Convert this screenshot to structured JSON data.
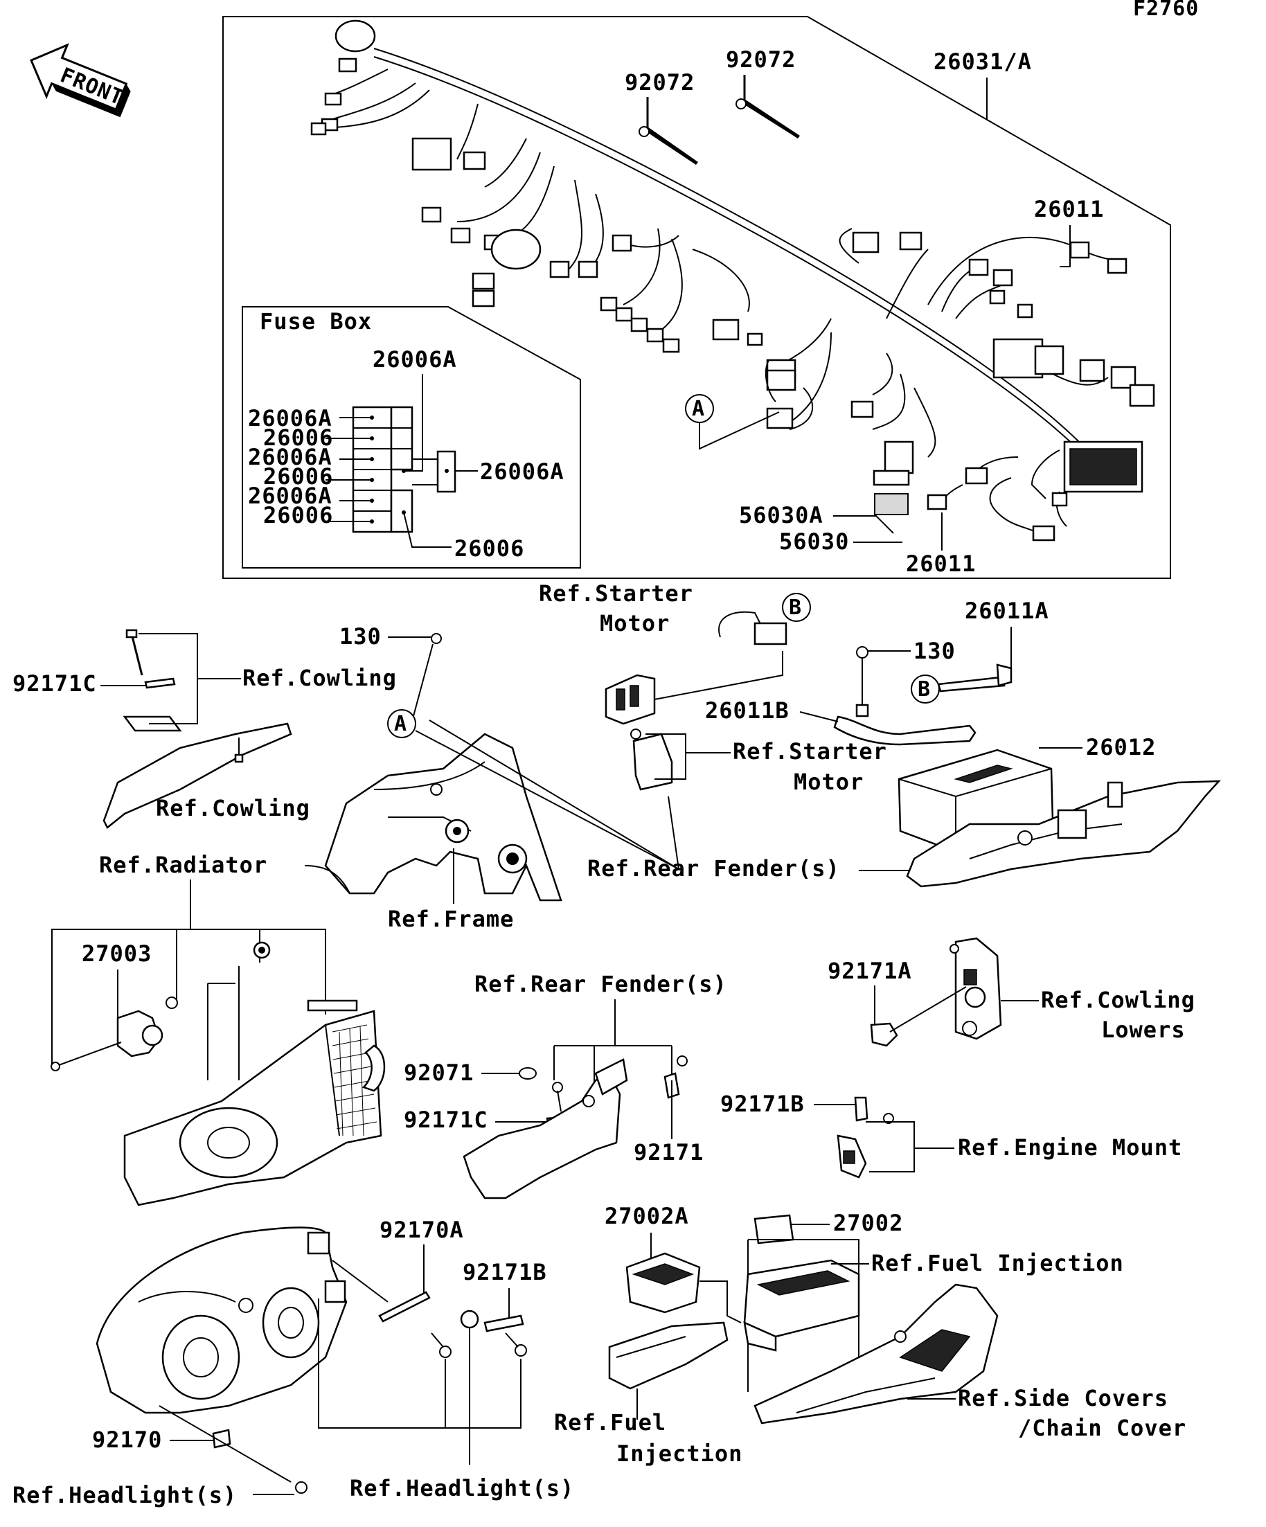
{
  "diagram_code": "F2760",
  "front_arrow": "FRONT",
  "fuse_box": {
    "title": "Fuse Box",
    "labels": [
      "26006A",
      "26006A",
      "26006",
      "26006A",
      "26006",
      "26006A",
      "26006",
      "26006A",
      "26006"
    ]
  },
  "callouts": [
    "A",
    "B",
    "A",
    "B"
  ],
  "parts": {
    "harness": "26031/A",
    "tie1": "92072",
    "tie2": "92072",
    "conn_top": "26011",
    "conn_bottom": "26011",
    "relay_a": "56030A",
    "relay": "56030",
    "bolt1": "130",
    "bolt2": "130",
    "cable_plus": "26011A",
    "cable_minus": "26011B",
    "battery": "26012",
    "clamp_cowl": "92171C",
    "horn": "27003",
    "clip_rear": "92071",
    "clamp_rear_c": "92171C",
    "clamp_rear": "92171",
    "clamp_lower_a": "92171A",
    "clamp_engine_b": "92171B",
    "clamp_head": "92170A",
    "clamp_head_b": "92171B",
    "clamp_head_0": "92170",
    "ecu_a": "27002A",
    "ecu": "27002"
  },
  "refs": {
    "cowling1": "Ref.Cowling",
    "cowling2": "Ref.Cowling",
    "radiator": "Ref.Radiator",
    "frame": "Ref.Frame",
    "starter1_l1": "Ref.Starter",
    "starter1_l2": "Motor",
    "starter2_l1": "Ref.Starter",
    "starter2_l2": "Motor",
    "rear_fender1": "Ref.Rear Fender(s)",
    "rear_fender2": "Ref.Rear Fender(s)",
    "cowling_lowers_l1": "Ref.Cowling",
    "cowling_lowers_l2": "Lowers",
    "engine_mount": "Ref.Engine Mount",
    "fuel_inj1": "Ref.Fuel Injection",
    "fuel_inj2_l1": "Ref.Fuel",
    "fuel_inj2_l2": "Injection",
    "side_covers_l1": "Ref.Side Covers",
    "side_covers_l2": "/Chain Cover",
    "headlight1": "Ref.Headlight(s)",
    "headlight2": "Ref.Headlight(s)"
  }
}
